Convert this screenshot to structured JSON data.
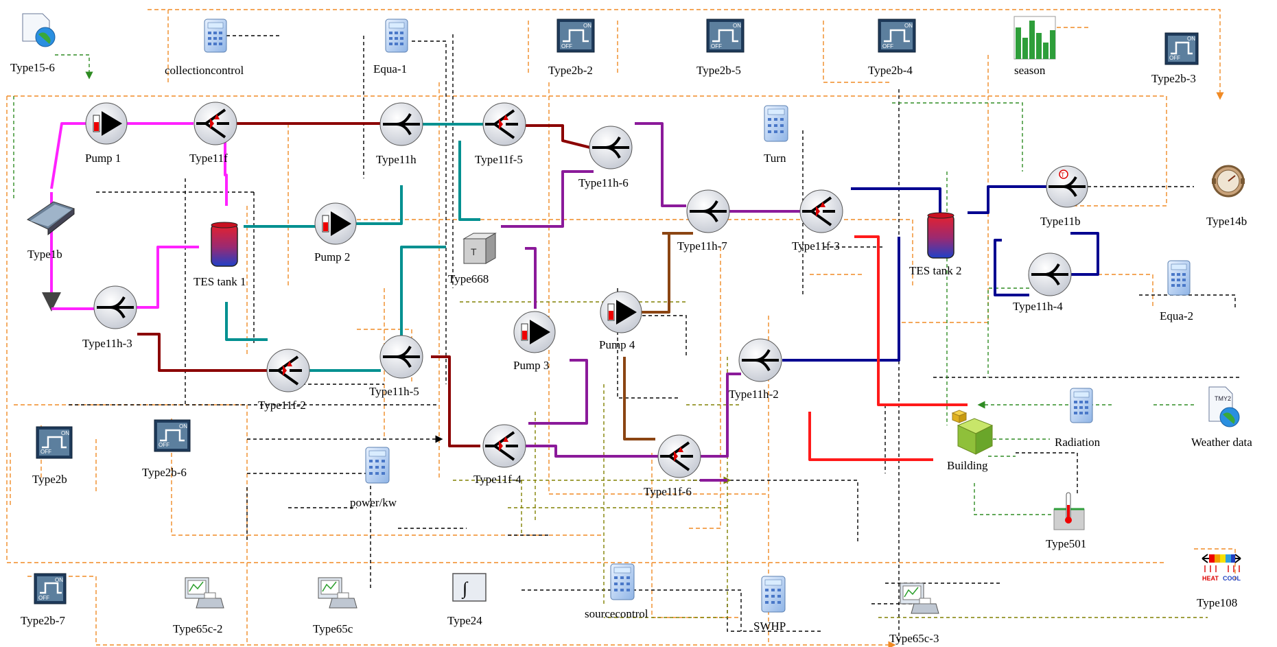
{
  "diagram": {
    "components": [
      {
        "id": "type15_6",
        "label": "Type15-6",
        "icon": "weather-file-icon"
      },
      {
        "id": "collectioncontrol",
        "label": "collectioncontrol",
        "icon": "calculator-icon"
      },
      {
        "id": "equa1",
        "label": "Equa-1",
        "icon": "calculator-icon"
      },
      {
        "id": "type2b2",
        "label": "Type2b-2",
        "icon": "on-off-controller-icon"
      },
      {
        "id": "type2b5",
        "label": "Type2b-5",
        "icon": "on-off-controller-icon"
      },
      {
        "id": "type2b4",
        "label": "Type2b-4",
        "icon": "on-off-controller-icon"
      },
      {
        "id": "season",
        "label": "season",
        "icon": "bar-schedule-icon"
      },
      {
        "id": "type2b3",
        "label": "Type2b-3",
        "icon": "on-off-controller-icon"
      },
      {
        "id": "pump1",
        "label": "Pump 1",
        "icon": "pump-icon"
      },
      {
        "id": "type11f",
        "label": "Type11f",
        "icon": "diverter-icon"
      },
      {
        "id": "type11h",
        "label": "Type11h",
        "icon": "mixer-icon"
      },
      {
        "id": "type11f5",
        "label": "Type11f-5",
        "icon": "diverter-icon"
      },
      {
        "id": "turn",
        "label": "Turn",
        "icon": "calculator-icon"
      },
      {
        "id": "type11h6",
        "label": "Type11h-6",
        "icon": "mixer-icon"
      },
      {
        "id": "type1b",
        "label": "Type1b",
        "icon": "solar-collector-icon"
      },
      {
        "id": "tes1",
        "label": "TES tank 1",
        "icon": "storage-tank-icon"
      },
      {
        "id": "pump2",
        "label": "Pump 2",
        "icon": "pump-icon"
      },
      {
        "id": "type11h7",
        "label": "Type11h-7",
        "icon": "mixer-icon"
      },
      {
        "id": "type11f3",
        "label": "Type11f-3",
        "icon": "diverter-icon"
      },
      {
        "id": "tes2",
        "label": "TES tank 2",
        "icon": "storage-tank-icon"
      },
      {
        "id": "type11b",
        "label": "Type11b",
        "icon": "tempering-valve-icon"
      },
      {
        "id": "type14b",
        "label": "Type14b",
        "icon": "forcing-function-icon"
      },
      {
        "id": "type668",
        "label": "Type668",
        "icon": "heat-pump-icon"
      },
      {
        "id": "type11h4",
        "label": "Type11h-4",
        "icon": "mixer-icon"
      },
      {
        "id": "equa2",
        "label": "Equa-2",
        "icon": "calculator-icon"
      },
      {
        "id": "type11h3",
        "label": "Type11h-3",
        "icon": "mixer-icon"
      },
      {
        "id": "pump4",
        "label": "Pump 4",
        "icon": "pump-icon"
      },
      {
        "id": "pump3",
        "label": "Pump 3",
        "icon": "pump-icon"
      },
      {
        "id": "type11f2",
        "label": "Type11f-2",
        "icon": "diverter-icon"
      },
      {
        "id": "type11h5",
        "label": "Type11h-5",
        "icon": "mixer-icon"
      },
      {
        "id": "type11h2",
        "label": "Type11h-2",
        "icon": "mixer-icon"
      },
      {
        "id": "radiation",
        "label": "Radiation",
        "icon": "calculator-icon"
      },
      {
        "id": "weather",
        "label": "Weather data",
        "icon": "tmy2-weather-icon"
      },
      {
        "id": "building",
        "label": "Building",
        "icon": "building-icon"
      },
      {
        "id": "type2b",
        "label": "Type2b",
        "icon": "on-off-controller-icon"
      },
      {
        "id": "type2b6",
        "label": "Type2b-6",
        "icon": "on-off-controller-icon"
      },
      {
        "id": "powerkw",
        "label": "power/kw",
        "icon": "calculator-icon"
      },
      {
        "id": "type11f4",
        "label": "Type11f-4",
        "icon": "diverter-icon"
      },
      {
        "id": "type11f6",
        "label": "Type11f-6",
        "icon": "diverter-icon"
      },
      {
        "id": "type501",
        "label": "Type501",
        "icon": "ground-temperature-icon"
      },
      {
        "id": "type2b7",
        "label": "Type2b-7",
        "icon": "on-off-controller-icon"
      },
      {
        "id": "type65c2",
        "label": "Type65c-2",
        "icon": "printer-plotter-icon"
      },
      {
        "id": "type65c",
        "label": "Type65c",
        "icon": "printer-plotter-icon"
      },
      {
        "id": "type24",
        "label": "Type24",
        "icon": "integrator-icon"
      },
      {
        "id": "sourcecontrol",
        "label": "sourcecontrol",
        "icon": "calculator-icon"
      },
      {
        "id": "swhp",
        "label": "SWHP",
        "icon": "calculator-icon"
      },
      {
        "id": "type65c3",
        "label": "Type65c-3",
        "icon": "printer-plotter-icon"
      },
      {
        "id": "type108",
        "label": "Type108",
        "icon": "thermostat-icon"
      }
    ],
    "icon_text": {
      "on": "ON",
      "off": "OFF",
      "tmy2": "TMY2",
      "heat": "HEAT",
      "cool": "COOL",
      "integral": "∫"
    },
    "pipe_colors": {
      "solar_loop": "#ff22ff",
      "collector_return": "#8b0000",
      "tank1_loop": "#009090",
      "heat_pump_loop": "#8b1a9a",
      "tank2_loop": "#000090",
      "heating": "#ff1a1a",
      "cooling": "#8b4513"
    },
    "link_colors": {
      "control": "#f08a24",
      "signal": "#000000",
      "weather": "#2e8b22",
      "output": "#808000"
    }
  }
}
